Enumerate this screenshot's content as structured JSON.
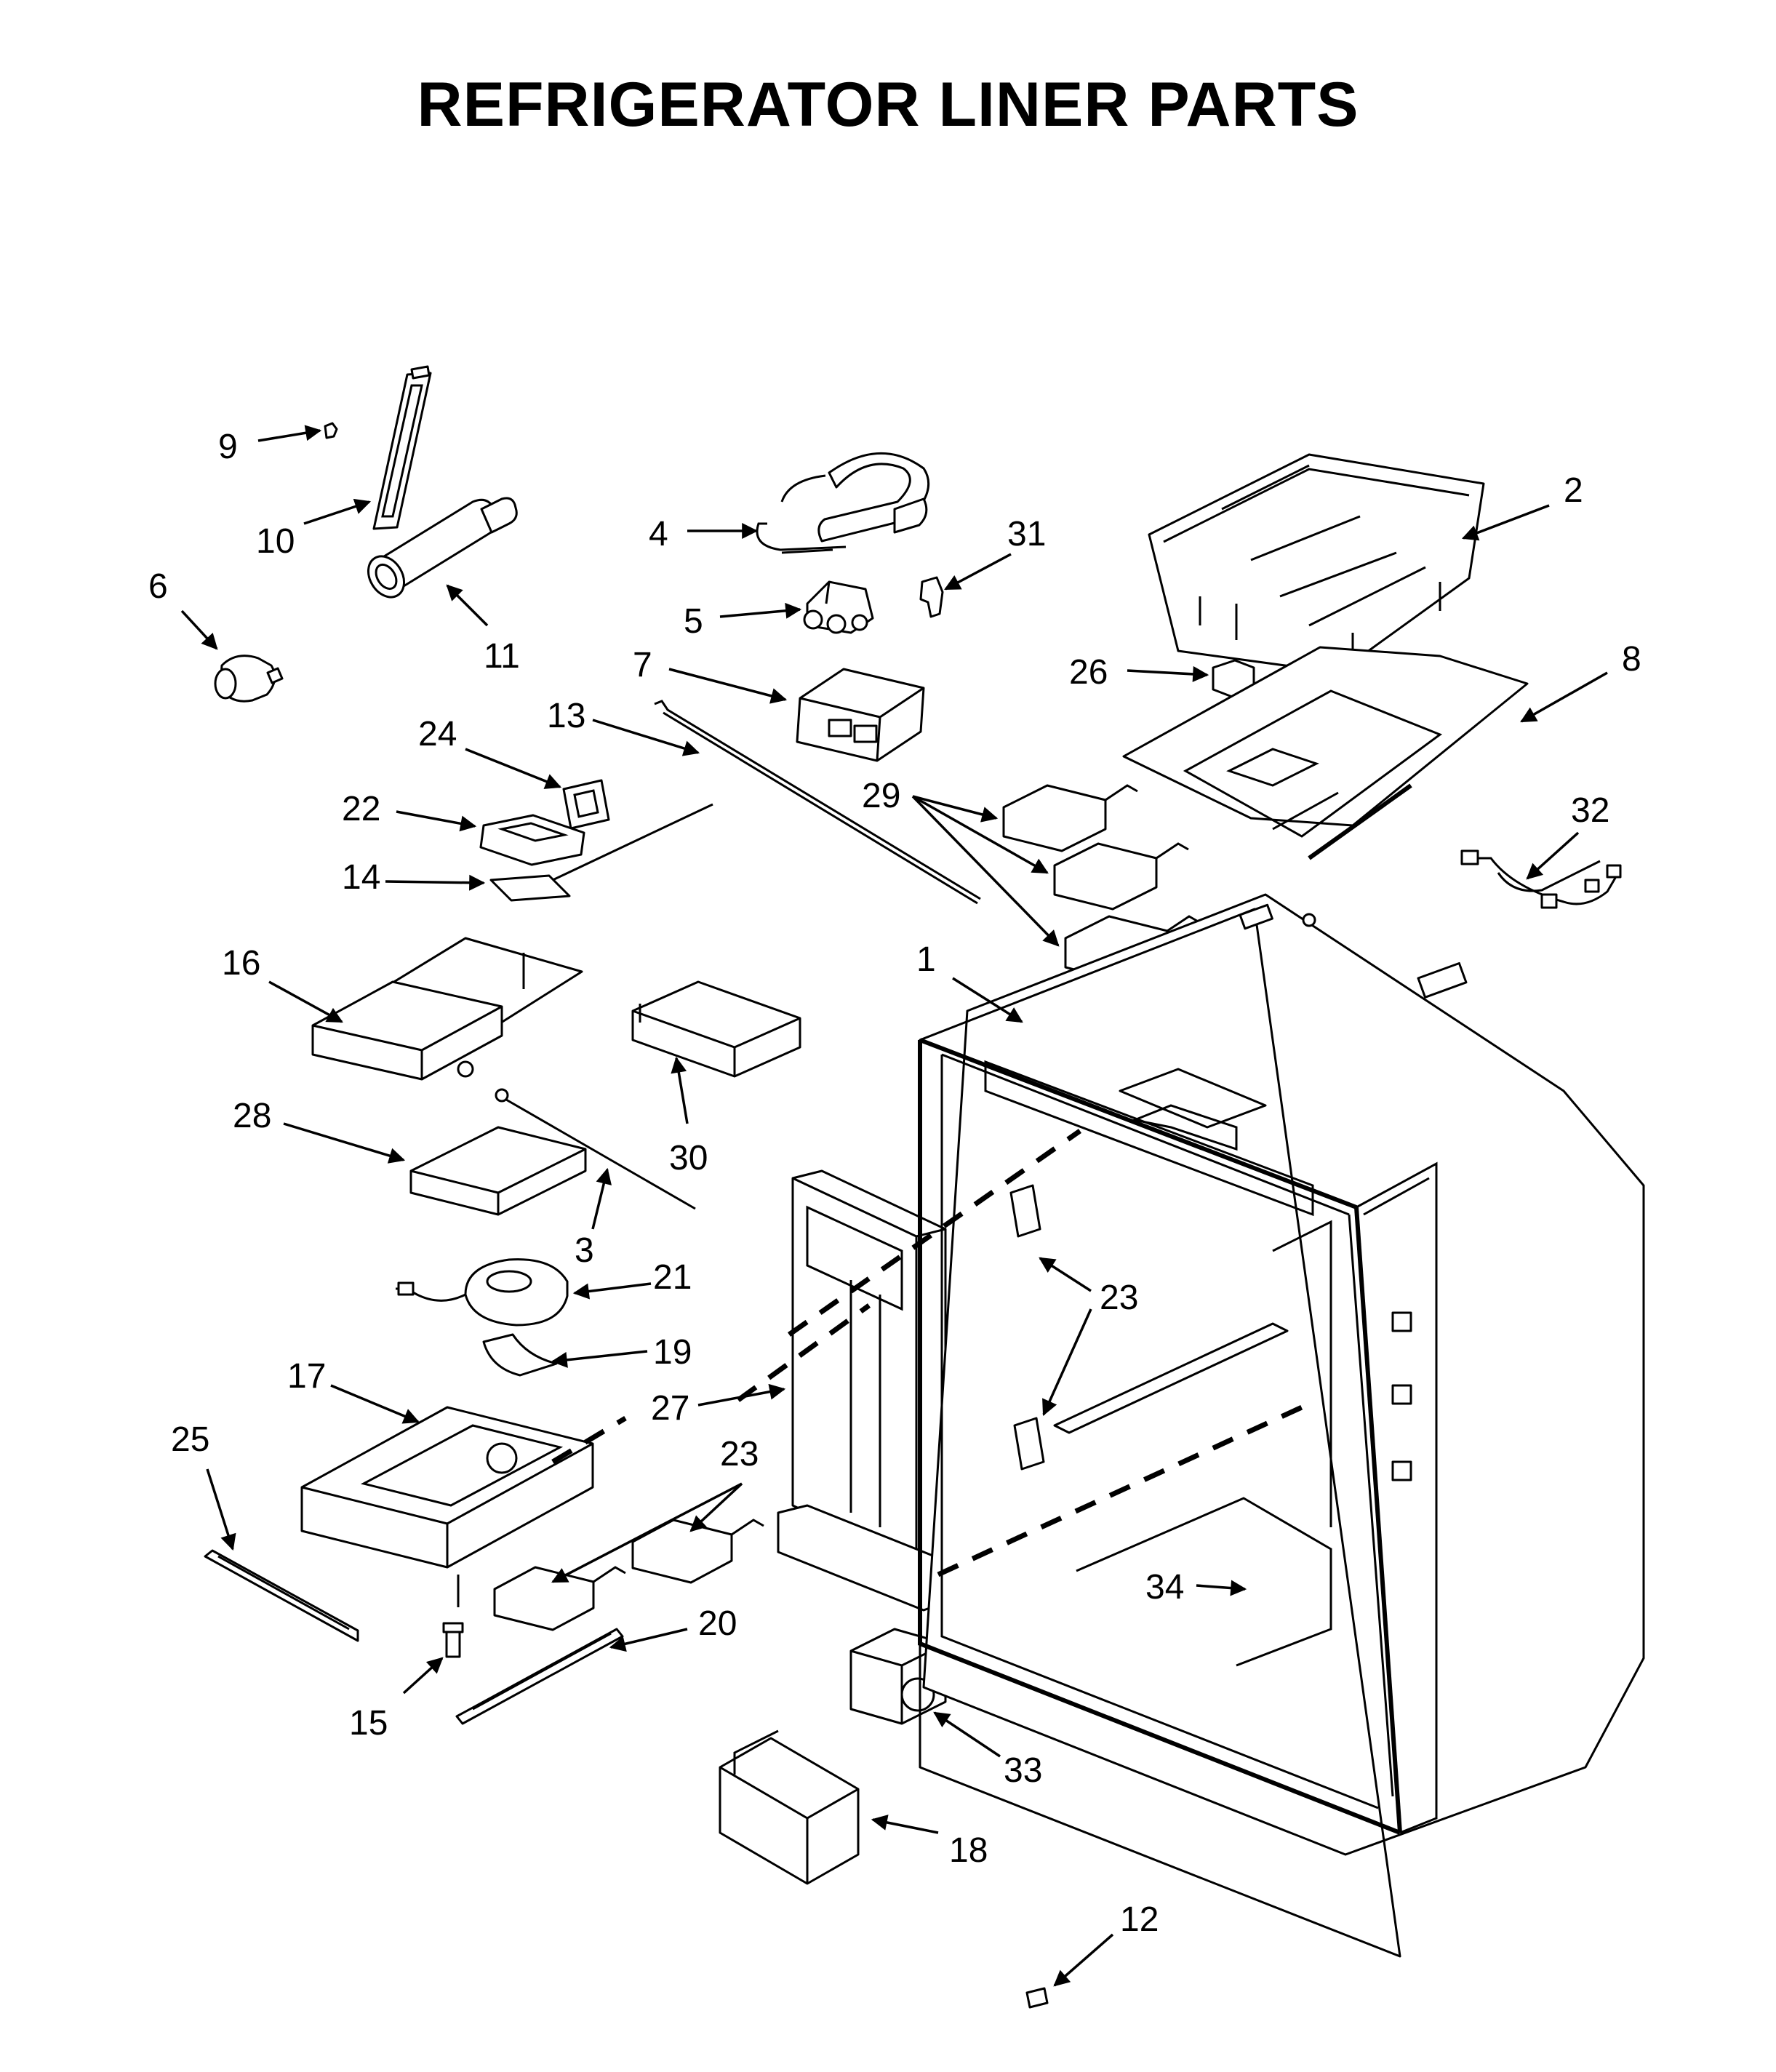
{
  "title": "REFRIGERATOR LINER PARTS",
  "callouts": [
    {
      "id": "c9",
      "label": "9"
    },
    {
      "id": "c10",
      "label": "10"
    },
    {
      "id": "c11",
      "label": "11"
    },
    {
      "id": "c6",
      "label": "6"
    },
    {
      "id": "c4",
      "label": "4"
    },
    {
      "id": "c5",
      "label": "5"
    },
    {
      "id": "c31",
      "label": "31"
    },
    {
      "id": "c2",
      "label": "2"
    },
    {
      "id": "c7",
      "label": "7"
    },
    {
      "id": "c26",
      "label": "26"
    },
    {
      "id": "c8",
      "label": "8"
    },
    {
      "id": "c13",
      "label": "13"
    },
    {
      "id": "c24",
      "label": "24"
    },
    {
      "id": "c22",
      "label": "22"
    },
    {
      "id": "c29",
      "label": "29"
    },
    {
      "id": "c32",
      "label": "32"
    },
    {
      "id": "c14",
      "label": "14"
    },
    {
      "id": "c1",
      "label": "1"
    },
    {
      "id": "c16",
      "label": "16"
    },
    {
      "id": "c30",
      "label": "30"
    },
    {
      "id": "c28",
      "label": "28"
    },
    {
      "id": "c3",
      "label": "3"
    },
    {
      "id": "c21",
      "label": "21"
    },
    {
      "id": "c23a",
      "label": "23"
    },
    {
      "id": "c19",
      "label": "19"
    },
    {
      "id": "c17",
      "label": "17"
    },
    {
      "id": "c27",
      "label": "27"
    },
    {
      "id": "c25",
      "label": "25"
    },
    {
      "id": "c23b",
      "label": "23"
    },
    {
      "id": "c20",
      "label": "20"
    },
    {
      "id": "c34",
      "label": "34"
    },
    {
      "id": "c15",
      "label": "15"
    },
    {
      "id": "c33",
      "label": "33"
    },
    {
      "id": "c18",
      "label": "18"
    },
    {
      "id": "c12",
      "label": "12"
    }
  ]
}
